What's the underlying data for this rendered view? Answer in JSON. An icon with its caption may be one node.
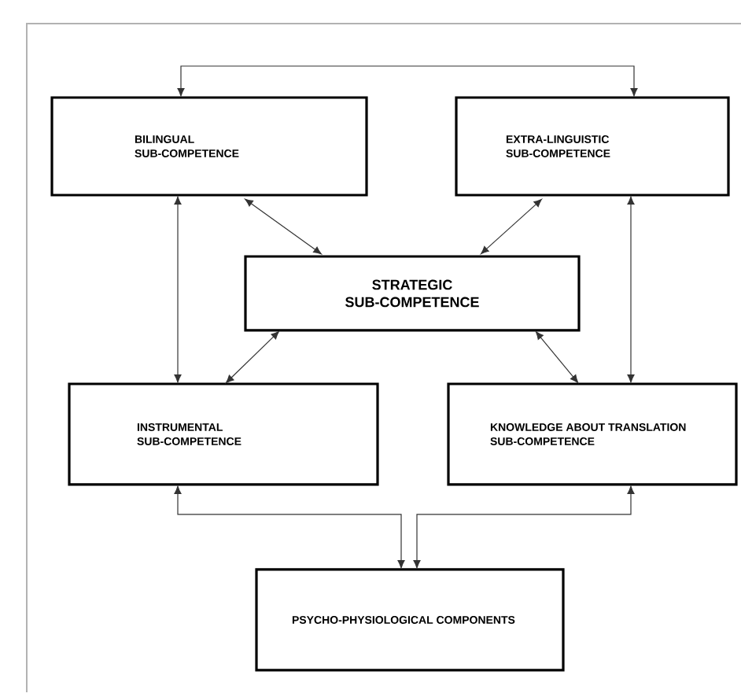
{
  "diagram": {
    "nodes": [
      {
        "text": [
          "BILINGUAL SUB-COMPETENCE"
        ]
      },
      {
        "text": [
          "EXTRA-LINGUISTIC SUB-COMPETENCE"
        ]
      },
      {
        "text": [
          "STRATEGIC SUB-COMPETENCE"
        ]
      },
      {
        "text": [
          "INSTRUMENTAL SUB-COMPETENCE"
        ]
      },
      {
        "text": [
          "KNOWLEDGE ABOUT TRANSLATION SUB-COMPETENCE"
        ]
      },
      {
        "text": [
          "PSYCHO-PHYSIOLOGICAL COMPONENTS"
        ]
      }
    ],
    "edges": [
      {
        "from": 0,
        "to": 1,
        "arrow": "both"
      },
      {
        "from": 0,
        "to": 2,
        "arrow": "both"
      },
      {
        "from": 1,
        "to": 2,
        "arrow": "both"
      },
      {
        "from": 0,
        "to": 3,
        "arrow": "both"
      },
      {
        "from": 1,
        "to": 4,
        "arrow": "both"
      },
      {
        "from": 2,
        "to": 3,
        "arrow": "both"
      },
      {
        "from": 2,
        "to": 4,
        "arrow": "both"
      },
      {
        "from": 5,
        "to": 3,
        "arrow": "both"
      },
      {
        "from": 5,
        "to": 4,
        "arrow": "both"
      }
    ]
  }
}
